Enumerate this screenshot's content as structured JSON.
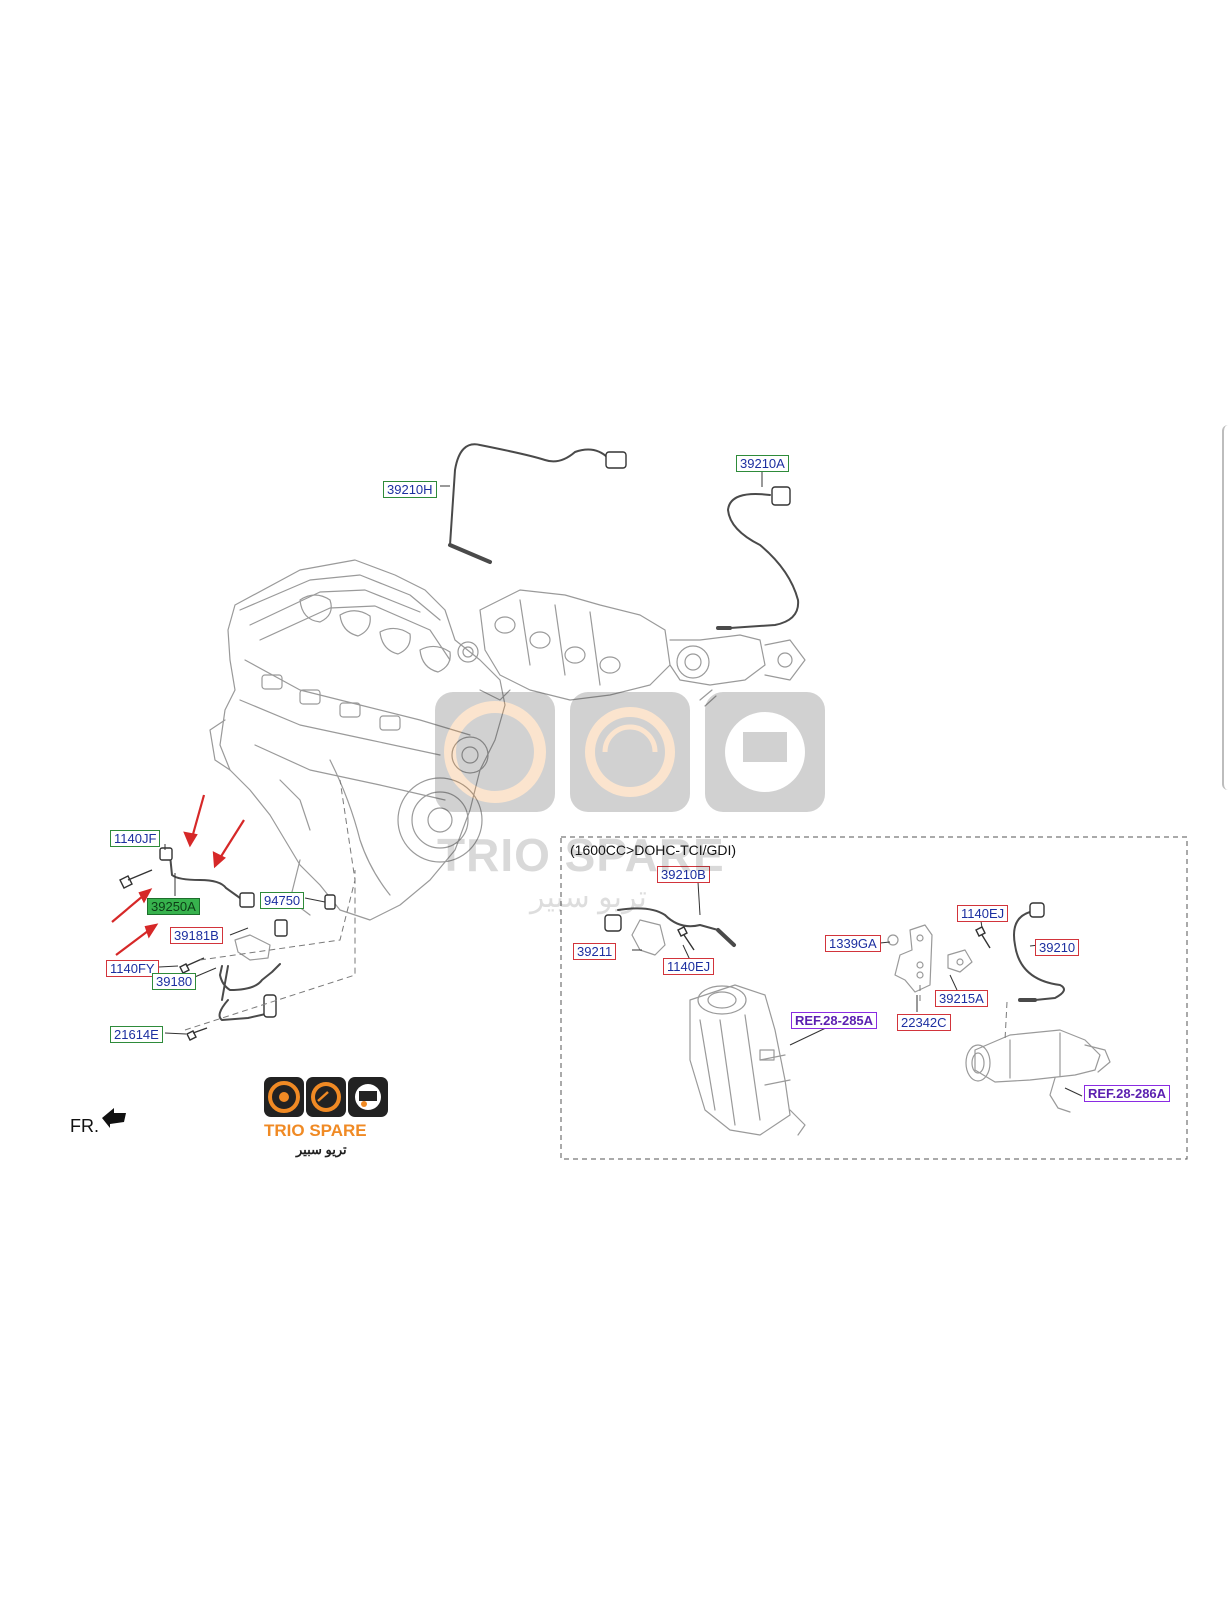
{
  "variant_label": "(1600CC>DOHC-TCI/GDI)",
  "direction_label": "FR.",
  "brand": {
    "name": "TRIO SPARE",
    "name_arabic": "تريو سبير",
    "colors": {
      "orange": "#f08a24",
      "dark": "#222222"
    }
  },
  "watermark": {
    "name": "TRIO SPARE",
    "name_arabic": "تريو سبير"
  },
  "highlight_color": "#37b24d",
  "arrow_color": "#d62828",
  "part_labels": {
    "p39210H": "39210H",
    "p39210A": "39210A",
    "p1140JF": "1140JF",
    "p39250A": "39250A",
    "p94750": "94750",
    "p39181B": "39181B",
    "p1140FY": "1140FY",
    "p39180": "39180",
    "p21614E": "21614E",
    "p39210B": "39210B",
    "p39211": "39211",
    "p1140EJ_a": "1140EJ",
    "p1339GA": "1339GA",
    "p1140EJ_b": "1140EJ",
    "p39210": "39210",
    "p39215A": "39215A",
    "p22342C": "22342C",
    "ref285A": "REF.28-285A",
    "ref286A": "REF.28-286A"
  }
}
